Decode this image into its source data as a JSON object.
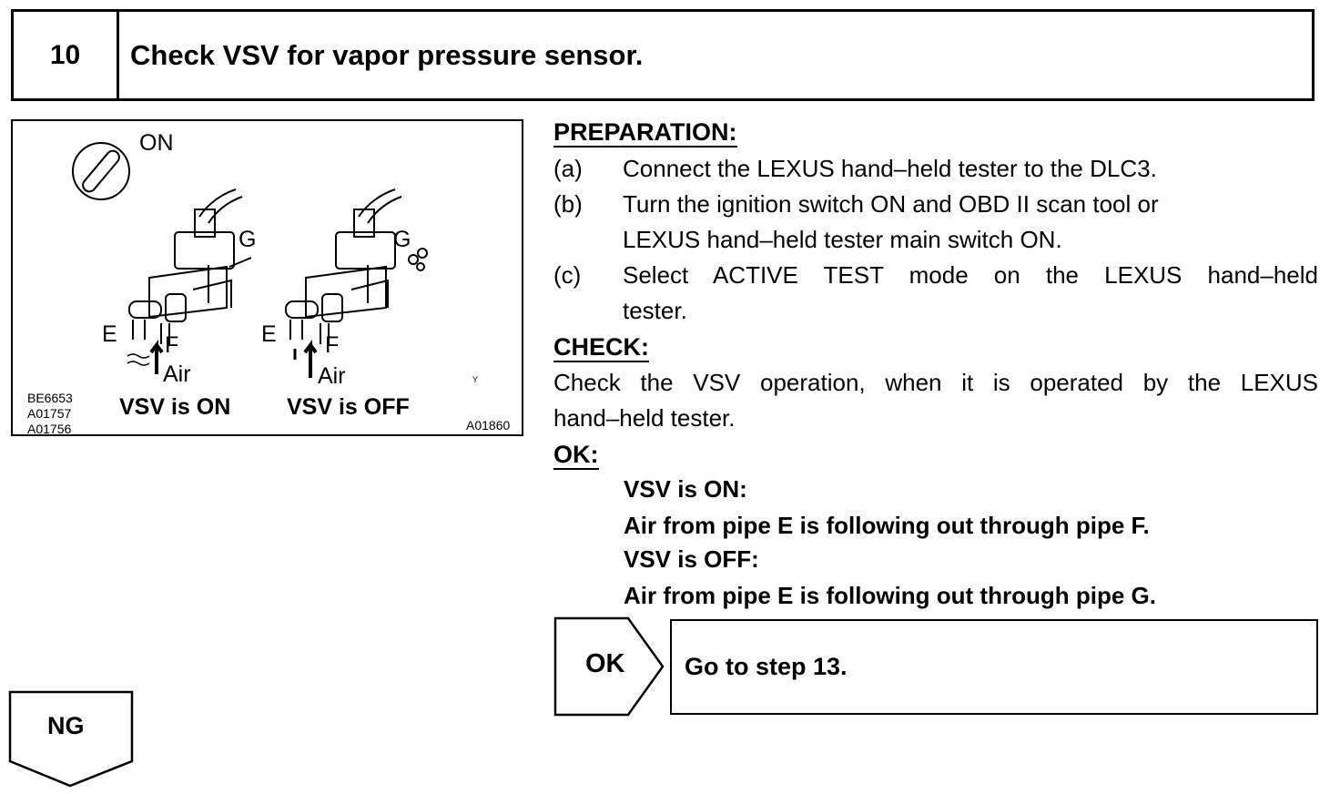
{
  "header": {
    "step_number": "10",
    "title": "Check VSV for vapor pressure sensor."
  },
  "figure": {
    "switch_label": "ON",
    "left_valve": {
      "g": "G",
      "e": "E",
      "f": "F",
      "air": "Air",
      "caption": "VSV is ON"
    },
    "right_valve": {
      "g": "G",
      "e": "E",
      "f": "F",
      "air": "Air",
      "caption": "VSV is OFF"
    },
    "ref_codes": [
      "BE6653",
      "A01757",
      "A01756"
    ],
    "fig_code": "A01860",
    "tiny_mark": "Y"
  },
  "preparation": {
    "heading": "PREPARATION:",
    "items": [
      {
        "label": "(a)",
        "lines": [
          "Connect the LEXUS hand–held tester to the DLC3."
        ]
      },
      {
        "label": "(b)",
        "lines": [
          "Turn the ignition switch ON and OBD II scan tool or",
          "LEXUS hand–held tester main switch ON."
        ]
      },
      {
        "label": "(c)",
        "lines": [
          "Select ACTIVE TEST mode on the LEXUS hand–held",
          "tester."
        ]
      }
    ]
  },
  "check": {
    "heading": "CHECK:",
    "lines": [
      "Check the VSV operation, when it is operated by the LEXUS",
      "hand–held tester."
    ]
  },
  "ok_section": {
    "heading": "OK:",
    "lines": [
      "VSV is ON:",
      "Air from pipe E is following out through pipe F.",
      "VSV is OFF:",
      "Air from pipe E is following out through pipe G."
    ]
  },
  "ok_box": {
    "label": "OK",
    "action": "Go to step 13."
  },
  "ng_box": {
    "label": "NG"
  }
}
